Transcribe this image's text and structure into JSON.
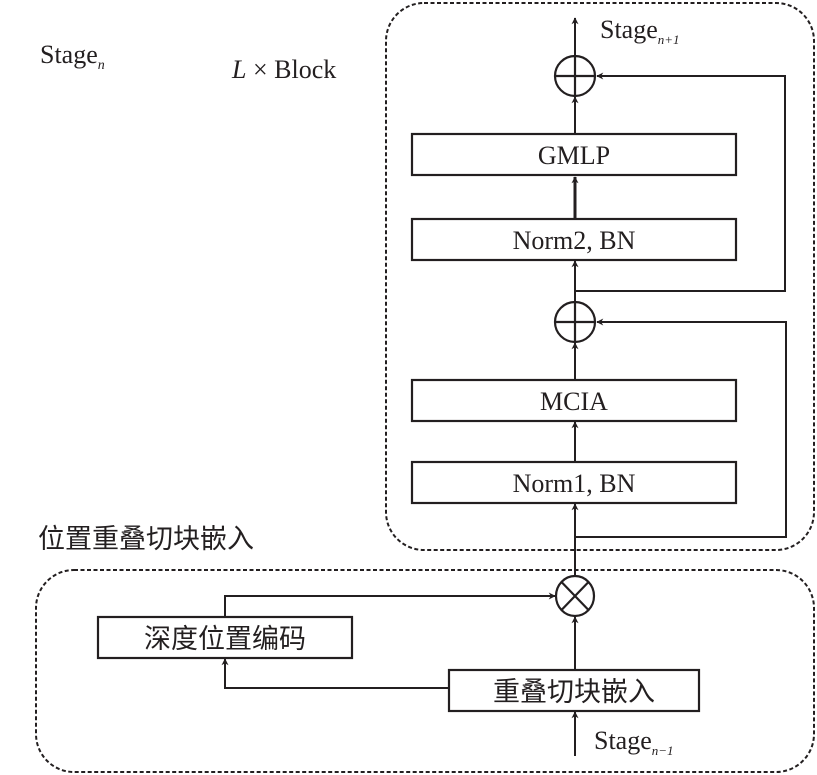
{
  "labels": {
    "stage_n": {
      "base": "Stage",
      "sub": "n"
    },
    "block_repeat": {
      "var": "L",
      "rest": " × Block"
    },
    "stage_next": {
      "base": "Stage",
      "sub": "n+1"
    },
    "stage_prev": {
      "base": "Stage",
      "sub": "n−1"
    },
    "embed_group_title": "位置重叠切块嵌入"
  },
  "block": {
    "gmlp": "GMLP",
    "norm2": "Norm2, BN",
    "mcia": "MCIA",
    "norm1": "Norm1, BN"
  },
  "embedding": {
    "depth_pos_encoding": "深度位置编码",
    "overlap_patch_embed": "重叠切块嵌入"
  },
  "operators": {
    "add_top": "add-icon",
    "add_mid": "add-icon",
    "multiply": "multiply-icon"
  },
  "colors": {
    "ink": "#231f20",
    "background": "#ffffff"
  }
}
